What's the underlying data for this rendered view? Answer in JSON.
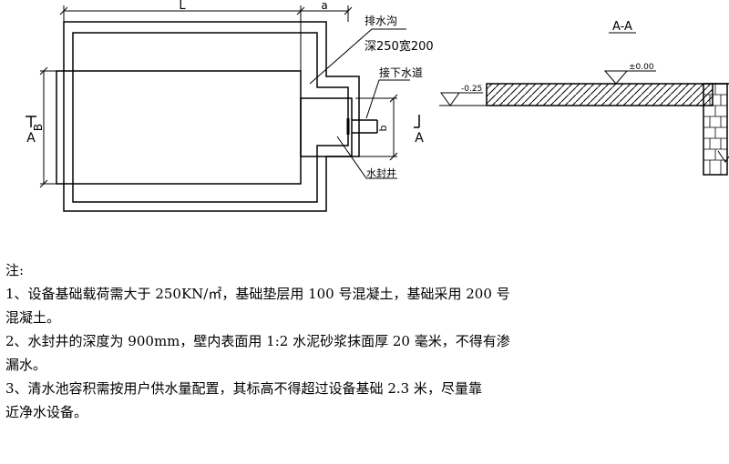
{
  "plan_view": {
    "dim_length": "L",
    "dim_offset": "a",
    "dim_width": "B",
    "dim_well": "b",
    "section_mark": "A",
    "callout_drain": "排水沟",
    "callout_drain_size": "深250宽200",
    "callout_sewer": "接下水道",
    "callout_seal_well": "水封井"
  },
  "section_view": {
    "title": "A-A",
    "elev_zero": "±0.00",
    "elev_minus": "-0.25"
  },
  "notes": {
    "heading": "注:",
    "lines": [
      "1、设备基础载荷需大于 250KN/㎡，基础垫层用 100 号混凝土，基础采用 200 号",
      "混凝土。",
      "2、水封井的深度为 900mm，壁内表面用 1:2 水泥砂浆抹面厚 20 毫米，不得有渗",
      "漏水。",
      "3、清水池容积需按用户供水量配置，其标高不得超过设备基础 2.3 米，尽量靠",
      "近净水设备。"
    ]
  }
}
